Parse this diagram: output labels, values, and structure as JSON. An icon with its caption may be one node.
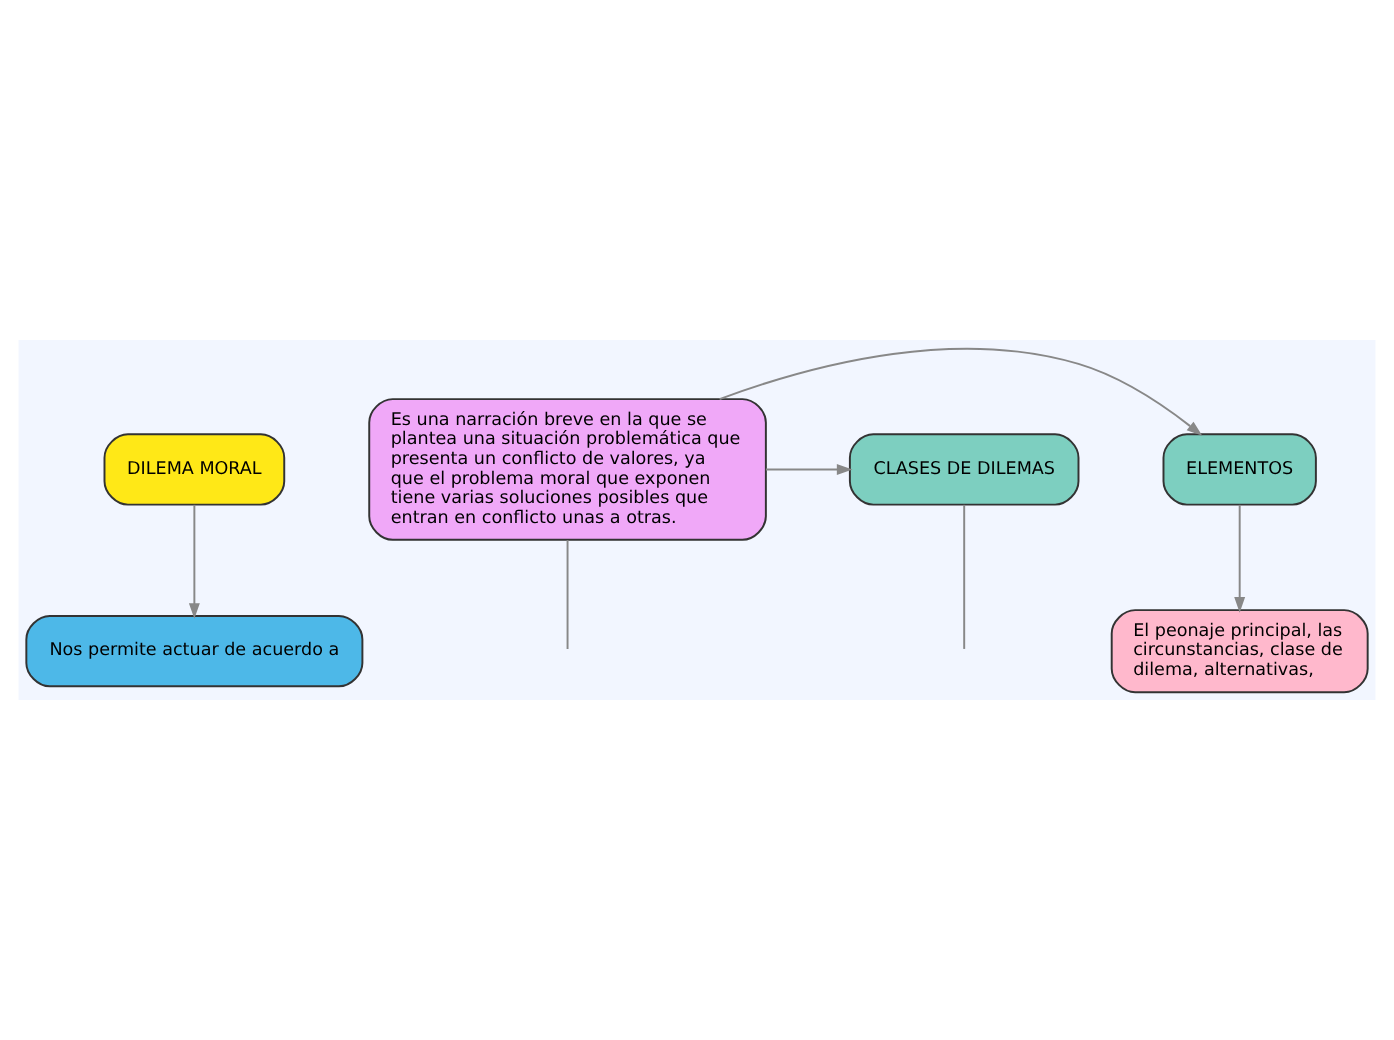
{
  "diagram": {
    "nodes": [
      {
        "text": [
          "DILEMA MORAL"
        ]
      },
      {
        "text": [
          "Nos permite actuar de acuerdo a"
        ]
      },
      {
        "text": [
          "Es una narración breve en la que se plantea una situación problemática que presenta un conflicto de valores, ya que el problema moral que exponen tiene varias soluciones posibles que entran en conflicto unas a otras."
        ]
      },
      {
        "text": [
          "ELEMENTOS"
        ]
      },
      {
        "text": [
          "El peonaje principal, las circunstancias, clase de dilema, alternativas,"
        ]
      },
      {
        "text": [
          "CLASES DE DILEMAS"
        ]
      }
    ],
    "edges": [
      {
        "from": 0,
        "to": 1,
        "arrow": "to"
      },
      {
        "from": 2,
        "to": 3,
        "arrow": "to"
      },
      {
        "from": 3,
        "to": 4,
        "arrow": "to"
      },
      {
        "from": 2,
        "to": 5,
        "arrow": "to"
      },
      {
        "from": 2,
        "to": null,
        "arrow": "none"
      },
      {
        "from": 5,
        "to": null,
        "arrow": "none"
      }
    ]
  }
}
